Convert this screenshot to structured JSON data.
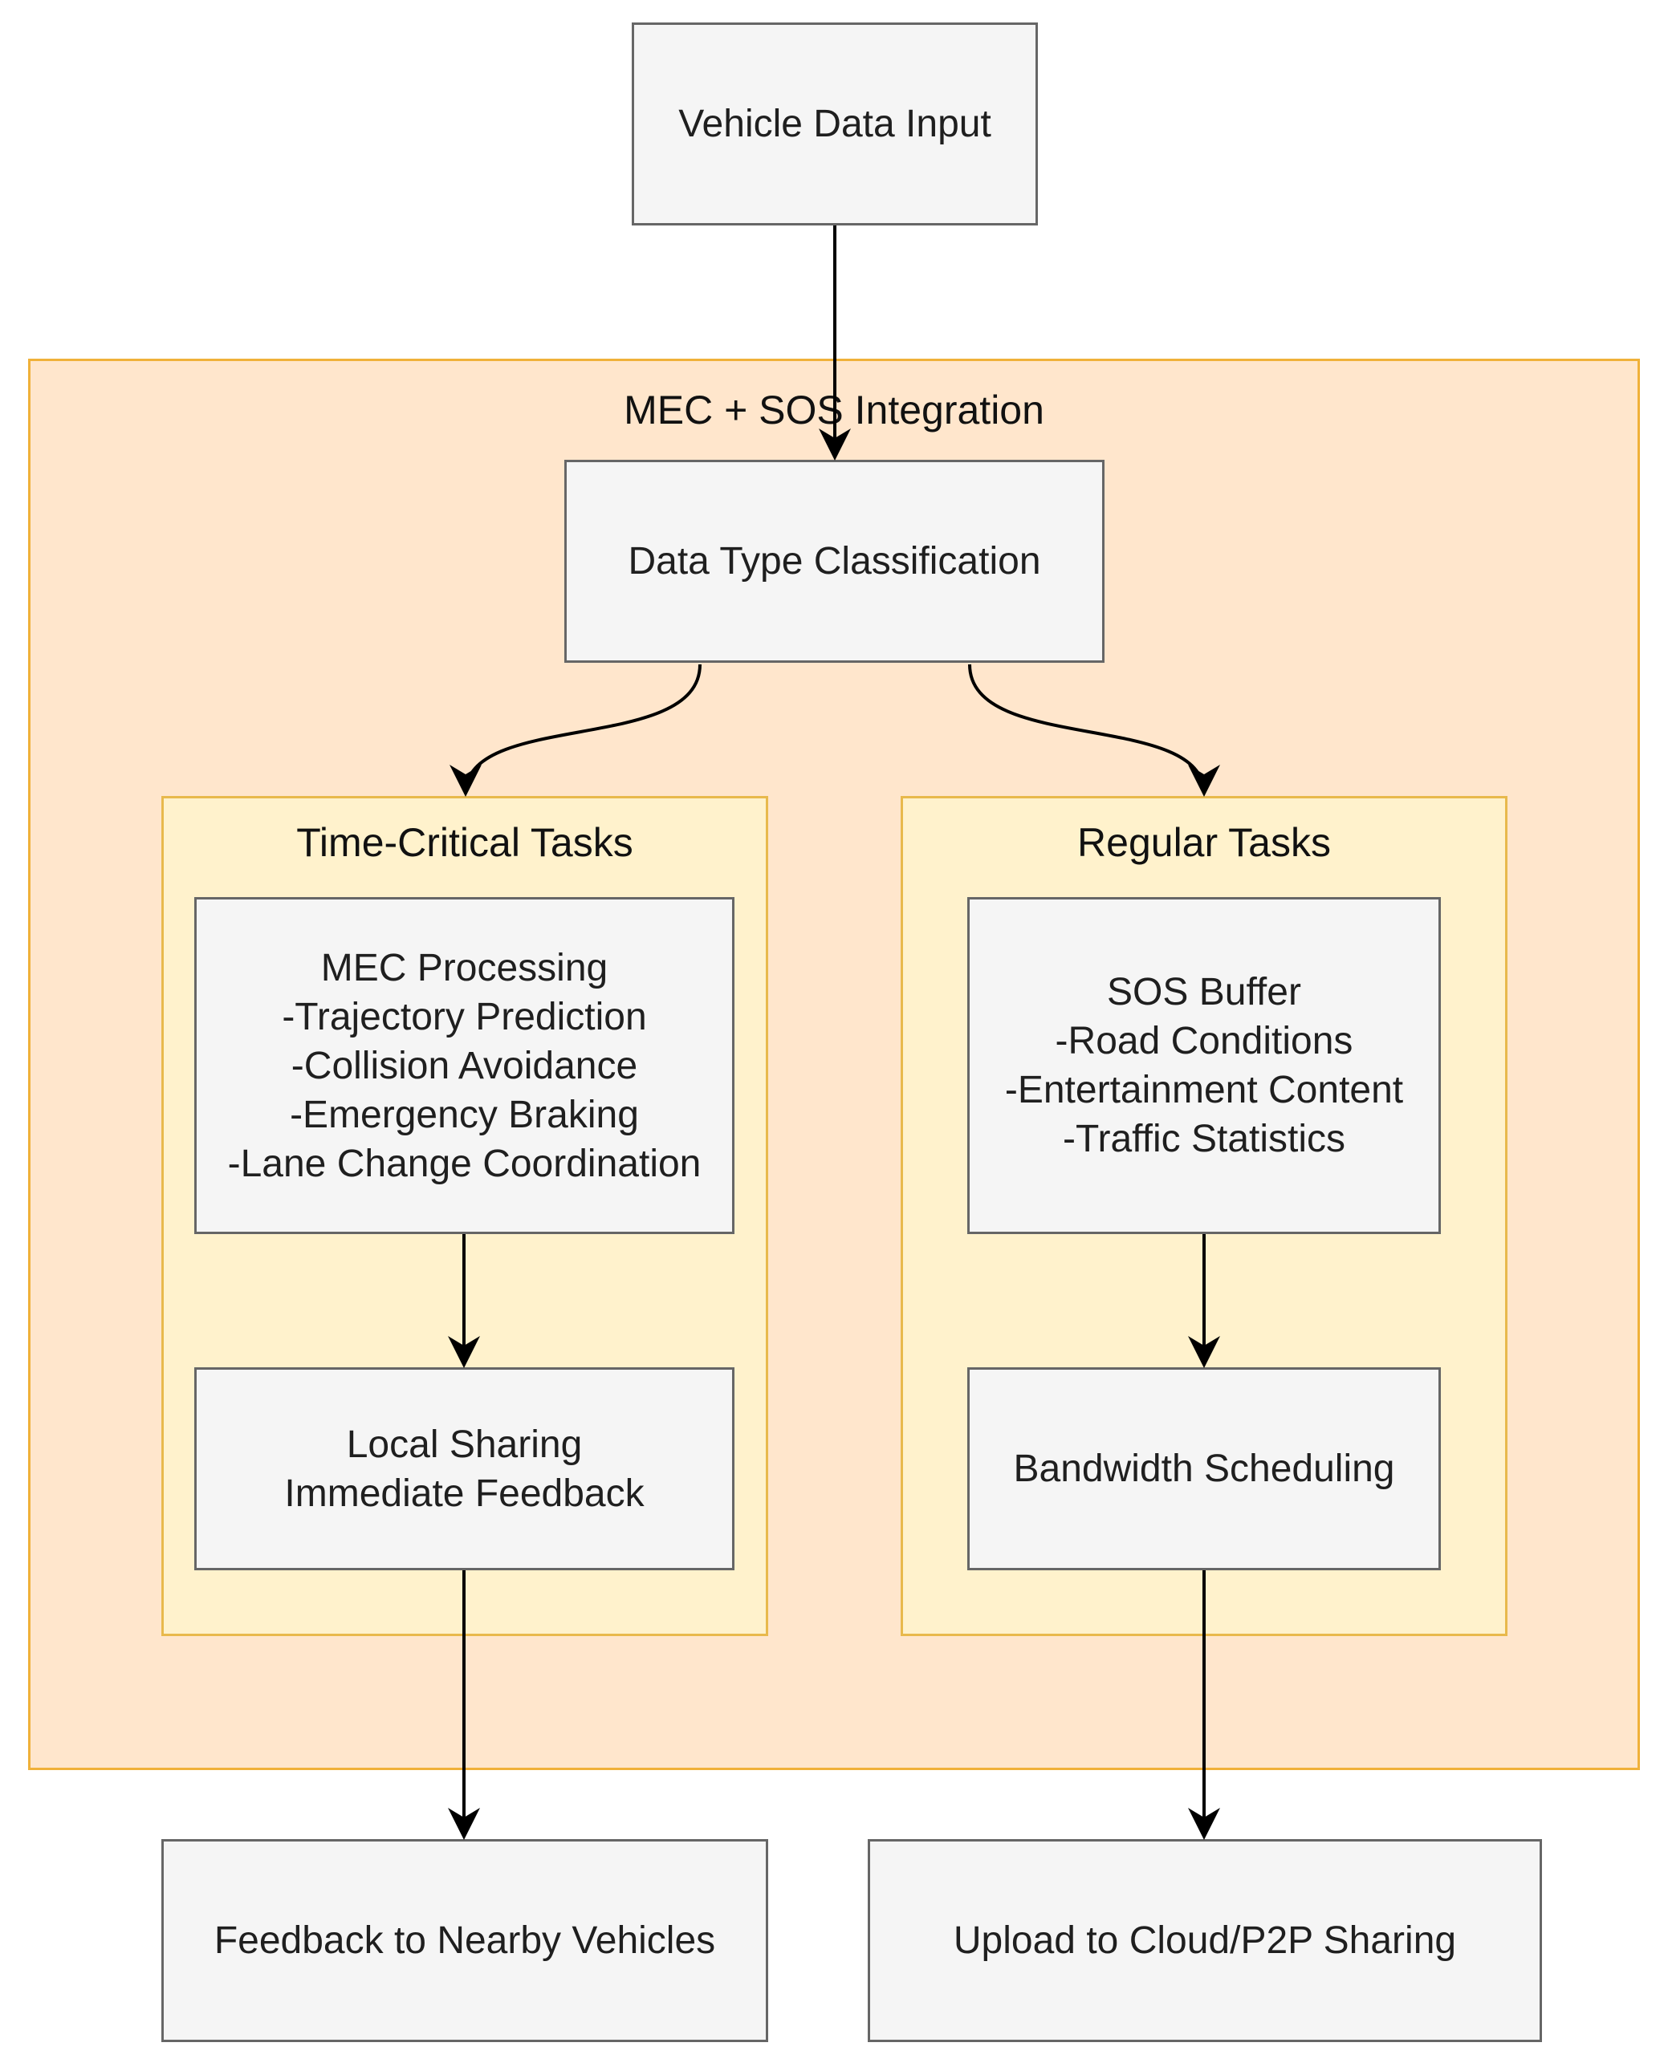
{
  "nodes": {
    "vehicle_input": "Vehicle Data Input",
    "classification": "Data Type Classification",
    "mec_processing": [
      "MEC Processing",
      "-Trajectory Prediction",
      "-Collision Avoidance",
      "-Emergency Braking",
      "-Lane Change Coordination"
    ],
    "local_sharing": [
      "Local Sharing",
      "Immediate Feedback"
    ],
    "sos_buffer": [
      "SOS Buffer",
      "-Road Conditions",
      "-Entertainment Content",
      "-Traffic Statistics"
    ],
    "bandwidth": "Bandwidth Scheduling",
    "feedback_out": "Feedback to Nearby Vehicles",
    "upload_out": "Upload to Cloud/P2P Sharing"
  },
  "groups": {
    "integration": "MEC + SOS Integration",
    "time_critical": "Time-Critical Tasks",
    "regular": "Regular Tasks"
  },
  "colors": {
    "integration_fill": "#ffe6cc",
    "integration_stroke": "#f0b13a",
    "task_group_fill": "#fff2cc",
    "task_group_stroke": "#e8b94c",
    "node_fill": "#f5f5f5",
    "node_stroke": "#666666"
  }
}
